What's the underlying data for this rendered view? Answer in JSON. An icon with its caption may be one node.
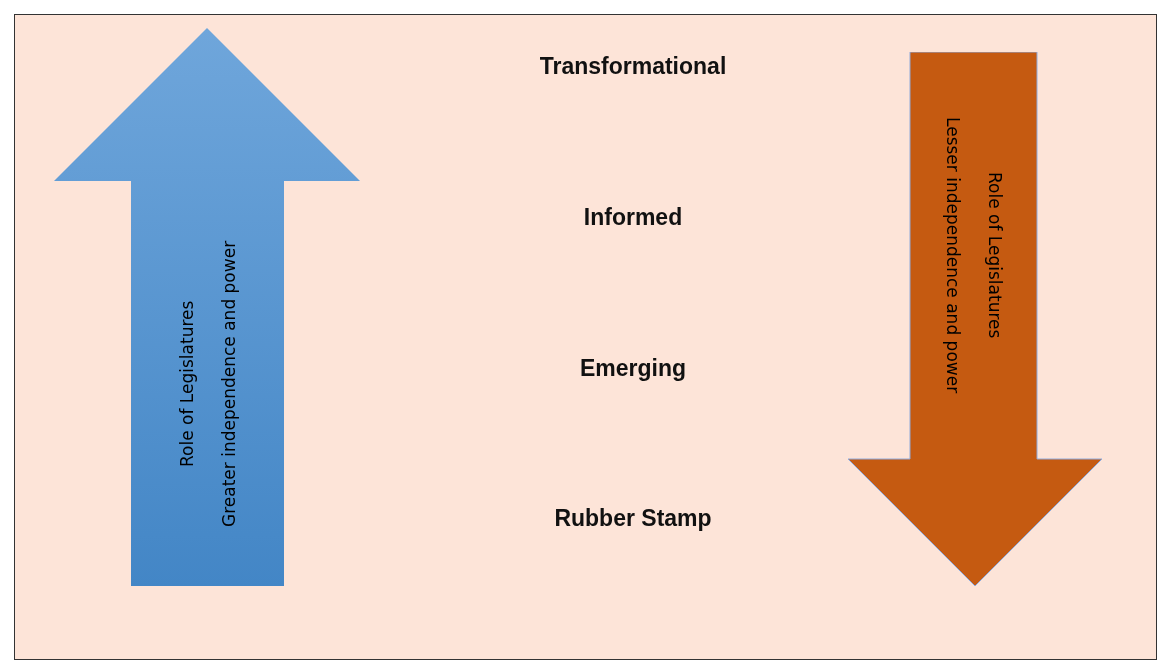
{
  "diagram": {
    "nodes": [
      {
        "text": [
          "Role of Legislatures",
          "Greater independence and power"
        ]
      },
      {
        "text": [
          "Role of Legislatures",
          "Lesser independence and power"
        ]
      }
    ],
    "labels": [
      "Transformational",
      "Informed",
      "Emerging",
      "Rubber Stamp"
    ]
  }
}
